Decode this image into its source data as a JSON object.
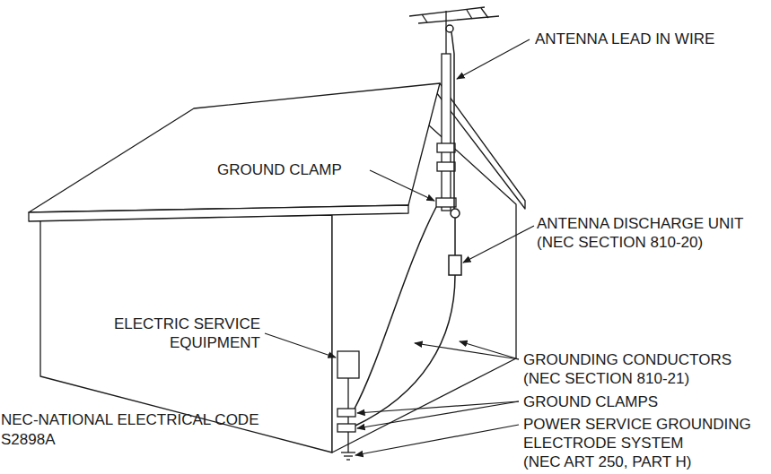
{
  "diagram": {
    "labels": [
      "ANTENNA LEAD IN WIRE",
      "GROUND CLAMP",
      "ANTENNA DISCHARGE UNIT (NEC SECTION 810-20)",
      "ELECTRIC SERVICE EQUIPMENT",
      "GROUNDING CONDUCTORS (NEC SECTION 810-21)",
      "GROUND CLAMPS",
      "NEC-NATIONAL ELECTRICAL CODE",
      "S2898A",
      "POWER SERVICE GROUNDING ELECTRODE SYSTEM (NEC ART 250, PART H)"
    ]
  }
}
